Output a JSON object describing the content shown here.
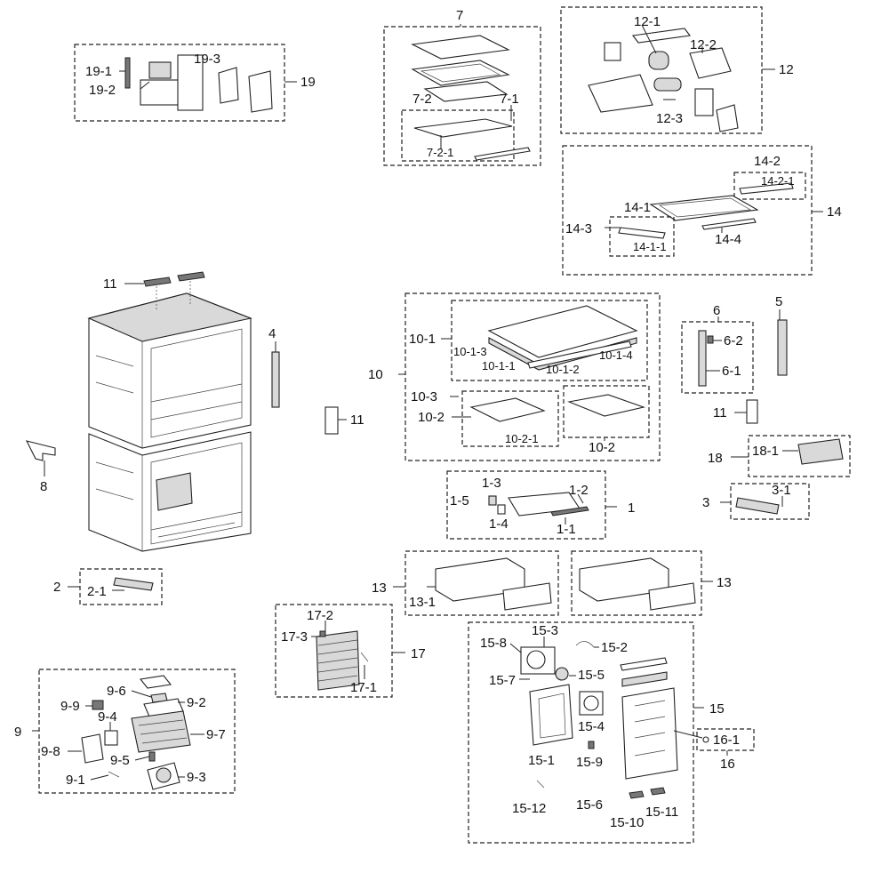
{
  "labels": {
    "g19": "19",
    "g19_1": "19-1",
    "g19_2": "19-2",
    "g19_3": "19-3",
    "g7": "7",
    "g7_1": "7-1",
    "g7_2": "7-2",
    "g7_2_1": "7-2-1",
    "g12": "12",
    "g12_1": "12-1",
    "g12_2": "12-2",
    "g12_3": "12-3",
    "g14": "14",
    "g14_1": "14-1",
    "g14_1_1": "14-1-1",
    "g14_2": "14-2",
    "g14_2_1": "14-2-1",
    "g14_3": "14-3",
    "g14_4": "14-4",
    "g11a": "11",
    "g11b": "11",
    "g11c": "11",
    "g4": "4",
    "g8": "8",
    "g10": "10",
    "g10_1": "10-1",
    "g10_1_1": "10-1-1",
    "g10_1_2": "10-1-2",
    "g10_1_3": "10-1-3",
    "g10_1_4": "10-1-4",
    "g10_2a": "10-2",
    "g10_2b": "10-2",
    "g10_2_1": "10-2-1",
    "g10_3": "10-3",
    "g6": "6",
    "g6_1": "6-1",
    "g6_2": "6-2",
    "g5": "5",
    "g18": "18",
    "g18_1": "18-1",
    "g3": "3",
    "g3_1": "3-1",
    "g1": "1",
    "g1_1": "1-1",
    "g1_2": "1-2",
    "g1_3": "1-3",
    "g1_4": "1-4",
    "g1_5": "1-5",
    "g2": "2",
    "g2_1": "2-1",
    "g13a": "13",
    "g13b": "13",
    "g13_1": "13-1",
    "g17": "17",
    "g17_1": "17-1",
    "g17_2": "17-2",
    "g17_3": "17-3",
    "g15": "15",
    "g15_1": "15-1",
    "g15_2": "15-2",
    "g15_3": "15-3",
    "g15_4": "15-4",
    "g15_5": "15-5",
    "g15_6": "15-6",
    "g15_7": "15-7",
    "g15_8": "15-8",
    "g15_9": "15-9",
    "g15_10": "15-10",
    "g15_11": "15-11",
    "g15_12": "15-12",
    "g16": "16",
    "g16_1": "16-1",
    "g9": "9",
    "g9_1": "9-1",
    "g9_2": "9-2",
    "g9_3": "9-3",
    "g9_4": "9-4",
    "g9_5": "9-5",
    "g9_6": "9-6",
    "g9_7": "9-7",
    "g9_8": "9-8",
    "g9_9": "9-9"
  }
}
